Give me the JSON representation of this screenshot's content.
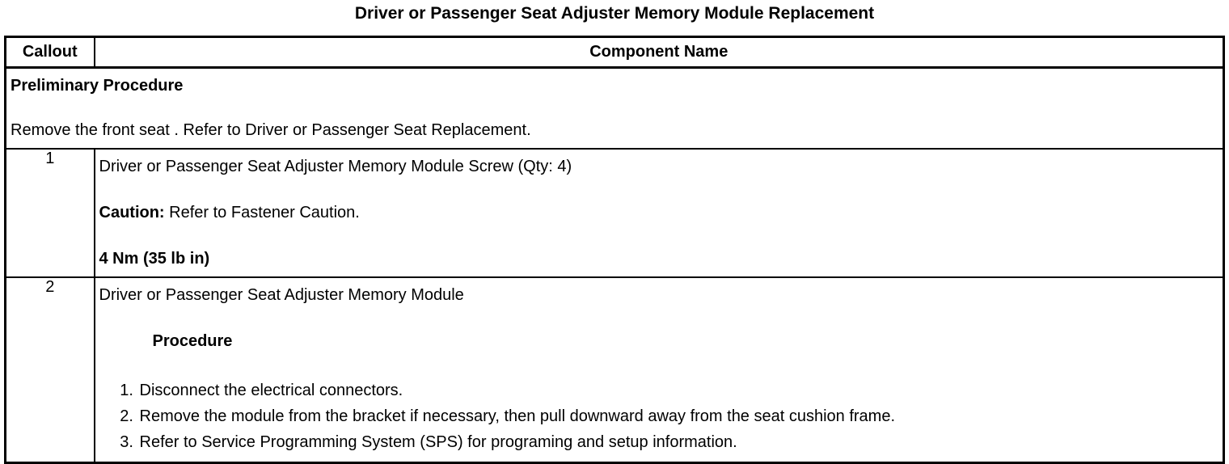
{
  "page": {
    "title": "Driver or Passenger Seat Adjuster Memory Module Replacement"
  },
  "table": {
    "headers": {
      "callout": "Callout",
      "component": "Component Name"
    },
    "preliminary": {
      "heading": "Preliminary Procedure",
      "text": "Remove the front seat . Refer to Driver or Passenger Seat Replacement."
    },
    "rows": [
      {
        "callout": "1",
        "name": "Driver or Passenger Seat Adjuster Memory Module Screw (Qty: 4)",
        "caution_label": "Caution:",
        "caution_text": " Refer to Fastener Caution.",
        "torque": "4 Nm (35 lb in)"
      },
      {
        "callout": "2",
        "name": "Driver or Passenger Seat Adjuster Memory Module",
        "procedure_heading": "Procedure",
        "steps": [
          "Disconnect the electrical connectors.",
          "Remove the module from the bracket if necessary, then pull downward away from the seat cushion frame.",
          "Refer to Service Programming System (SPS) for programing and setup information."
        ]
      }
    ]
  }
}
